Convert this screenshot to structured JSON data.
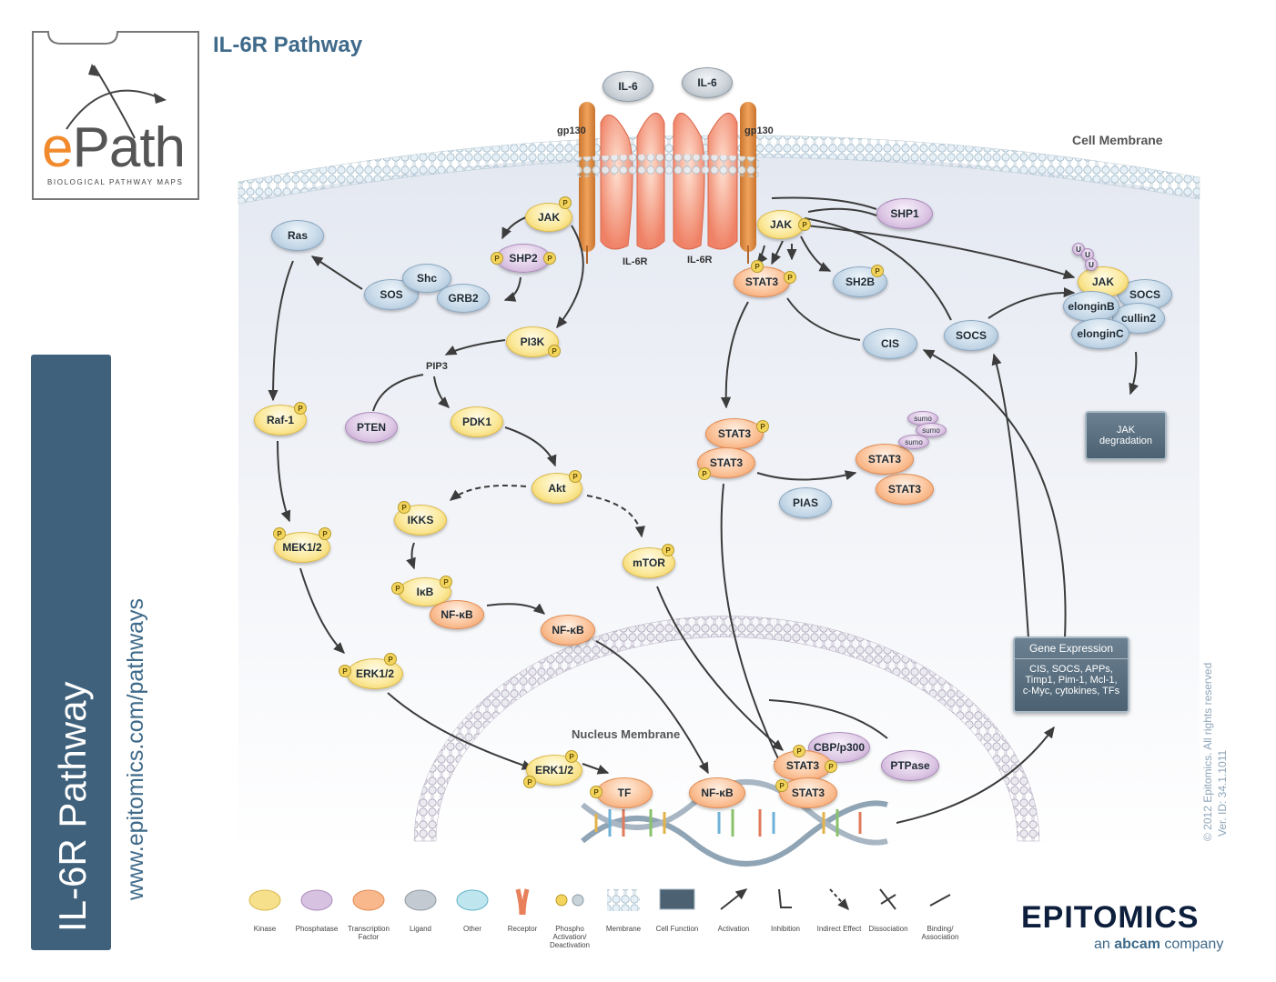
{
  "title": "IL-6R Pathway",
  "logo": {
    "name": "ePath",
    "tagline": "BIOLOGICAL PATHWAY MAPS"
  },
  "side": {
    "title": "IL-6R Pathway",
    "url": "www.epitomics.com/pathways"
  },
  "copyright": "© 2012 Epitomics. All rights reserved",
  "version": "Ver. ID: 34.1.1011",
  "brand": {
    "name": "EPITOMICS",
    "sub_pre": "an",
    "sub_bold": "abcam",
    "sub_post": "company"
  },
  "labels": {
    "cell_membrane": "Cell Membrane",
    "nucleus_membrane": "Nucleus Membrane",
    "gp130_left": "gp130",
    "gp130_right": "gp130",
    "il6r_left": "IL-6R",
    "il6r_right": "IL-6R",
    "pip3": "PIP3"
  },
  "nodes": {
    "il6_1": "IL-6",
    "il6_2": "IL-6",
    "jak_left": "JAK",
    "jak_right": "JAK",
    "shp1": "SHP1",
    "shp2": "SHP2",
    "ras": "Ras",
    "sos": "SOS",
    "shc": "Shc",
    "grb2": "GRB2",
    "pi3k": "PI3K",
    "pten": "PTEN",
    "pdk1": "PDK1",
    "raf1": "Raf-1",
    "akt": "Akt",
    "ikks": "IKKS",
    "mek": "MEK1/2",
    "mtor": "mTOR",
    "ikb": "IκB",
    "nfkb_complex": "NF-κB",
    "nfkb_free": "NF-κB",
    "erk_cyto": "ERK1/2",
    "erk_nuc": "ERK1/2",
    "tf": "TF",
    "nfkb_nuc": "NF-κB",
    "stat3_mem": "STAT3",
    "sh2b": "SH2B",
    "cis": "CIS",
    "socs": "SOCS",
    "jak_deg": "JAK",
    "socs_deg": "SOCS",
    "elonginb": "elonginB",
    "cullin2": "cullin2",
    "elonginc": "elonginC",
    "stat3_d1": "STAT3",
    "stat3_d2": "STAT3",
    "pias": "PIAS",
    "stat3_s1": "STAT3",
    "stat3_s2": "STAT3",
    "sumo1": "sumo",
    "sumo2": "sumo",
    "sumo3": "sumo",
    "cbp": "CBP/p300",
    "stat3_n1": "STAT3",
    "stat3_n2": "STAT3",
    "ptpase": "PTPase",
    "ub": "U"
  },
  "jak_degradation": {
    "line1": "JAK",
    "line2": "degradation"
  },
  "gene_expression": {
    "title": "Gene Expression",
    "line1": "CIS, SOCS, APPs,",
    "line2": "Timp1, Pim-1, Mcl-1,",
    "line3": "c-Myc, cytokines, TFs"
  },
  "legend": [
    {
      "label": "Kinase",
      "icon": "kinase-icon"
    },
    {
      "label": "Phosphatase",
      "icon": "phosphatase-icon"
    },
    {
      "label": "Transcription Factor",
      "icon": "tf-icon"
    },
    {
      "label": "Ligand",
      "icon": "ligand-icon"
    },
    {
      "label": "Other",
      "icon": "other-icon"
    },
    {
      "label": "Receptor",
      "icon": "receptor-icon"
    },
    {
      "label": "Phospho Activation/ Deactivation",
      "icon": "phospho-icon"
    },
    {
      "label": "Membrane",
      "icon": "membrane-icon"
    },
    {
      "label": "Cell Function",
      "icon": "cell-function-icon"
    },
    {
      "label": "Activation",
      "icon": "activation-arrow-icon"
    },
    {
      "label": "Inhibition",
      "icon": "inhibition-icon"
    },
    {
      "label": "Indirect Effect",
      "icon": "indirect-effect-icon"
    },
    {
      "label": "Dissociation",
      "icon": "dissociation-icon"
    },
    {
      "label": "Binding/ Association",
      "icon": "binding-icon"
    }
  ],
  "p_mark": "P",
  "colors": {
    "title": "#3f6a8a",
    "sidebar": "#3f617c",
    "orange": "#f08a2c",
    "brand": "#0d1f3c"
  }
}
